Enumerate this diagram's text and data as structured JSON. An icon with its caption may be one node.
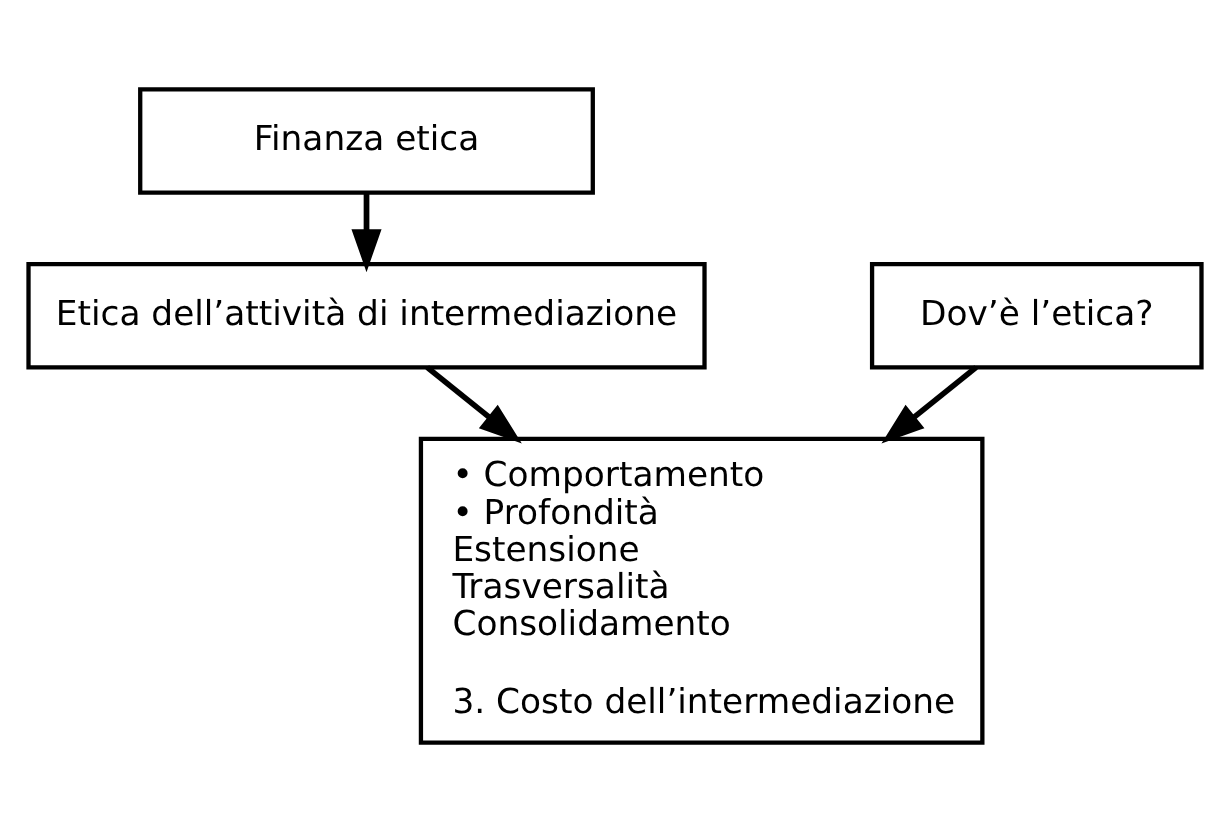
{
  "diagram": {
    "nodes": [
      {
        "text": [
          "Finanza etica"
        ]
      },
      {
        "text": [
          "Etica dell’attività di intermediazione"
        ]
      },
      {
        "text": [
          "Dov’è l’etica?"
        ]
      },
      {
        "text": [
          "• Comportamento",
          "• Profondità",
          "Estensione",
          "Trasversalità",
          "Consolidamento",
          "3. Costo dell’intermediazione"
        ]
      }
    ],
    "edges": [
      {
        "from": 0,
        "to": 1,
        "arrow": "to"
      },
      {
        "from": 1,
        "to": 3,
        "arrow": "to"
      },
      {
        "from": 2,
        "to": 3,
        "arrow": "to"
      }
    ]
  }
}
